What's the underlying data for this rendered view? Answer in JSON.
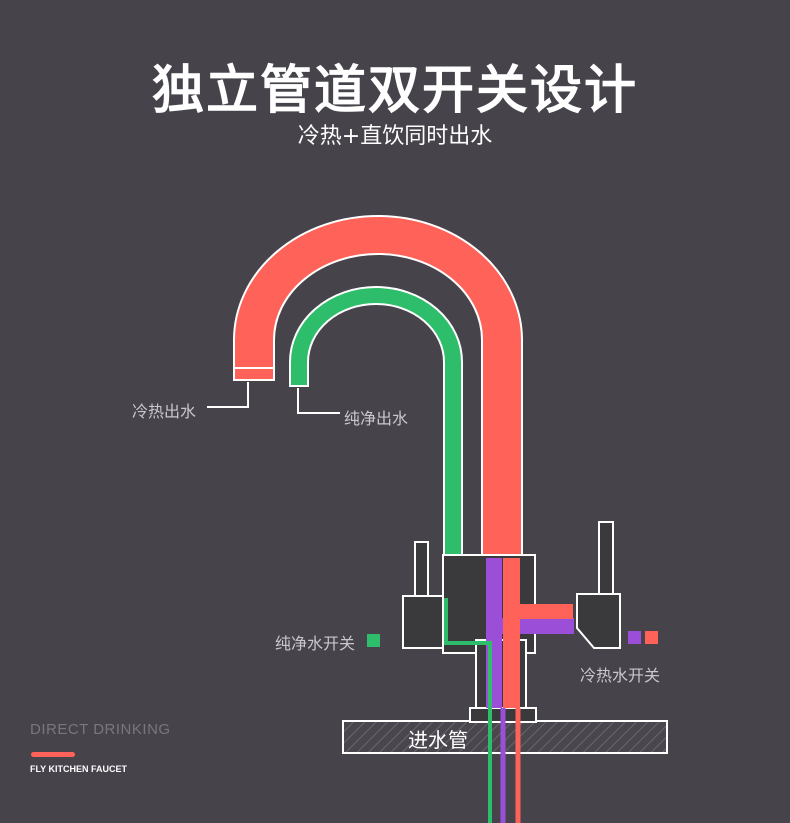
{
  "header": {
    "title": "独立管道双开关设计",
    "subtitle": "冷热+直饮同时出水"
  },
  "labels": {
    "hot_cold_outlet": "冷热出水",
    "pure_outlet": "纯净出水",
    "pure_switch": "纯净水开关",
    "hot_cold_switch": "冷热水开关",
    "inlet_pipe": "进水管"
  },
  "branding": {
    "line1": "DIRECT DRINKING",
    "line2": "FLY KITCHEN  FAUCET"
  },
  "colors": {
    "background": "#47434b",
    "hot_cold": "#ff6259",
    "pure": "#2ebd6a",
    "mix": "#9b4fd8"
  }
}
